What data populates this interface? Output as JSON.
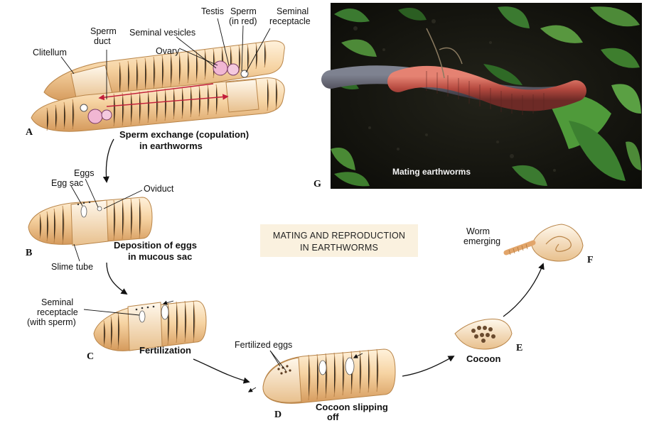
{
  "title": {
    "line1": "MATING AND REPRODUCTION",
    "line2": "IN EARTHWORMS"
  },
  "panels": {
    "a": {
      "letter": "A",
      "caption_line1": "Sperm exchange (copulation)",
      "caption_line2": "in earthworms",
      "labels": {
        "clitellum": "Clitellum",
        "sperm_duct_1": "Sperm",
        "sperm_duct_2": "duct",
        "seminal_vesicles": "Seminal vesicles",
        "ovary": "Ovary",
        "testis": "Testis",
        "sperm_1": "Sperm",
        "sperm_2": "(in red)",
        "receptacle_1": "Seminal",
        "receptacle_2": "receptacle"
      }
    },
    "b": {
      "letter": "B",
      "caption_line1": "Deposition of eggs",
      "caption_line2": "in mucous sac",
      "labels": {
        "eggs": "Eggs",
        "egg_sac": "Egg sac",
        "oviduct": "Oviduct",
        "slime_tube": "Slime tube"
      }
    },
    "c": {
      "letter": "C",
      "caption": "Fertilization",
      "labels": {
        "receptacle_1": "Seminal",
        "receptacle_2": "receptacle",
        "receptacle_3": "(with sperm)"
      }
    },
    "d": {
      "letter": "D",
      "caption_line1": "Cocoon slipping",
      "caption_line2": "off",
      "labels": {
        "fertilized_eggs": "Fertilized eggs"
      }
    },
    "e": {
      "letter": "E",
      "caption": "Cocoon"
    },
    "f": {
      "letter": "F",
      "labels": {
        "worm_1": "Worm",
        "worm_2": "emerging"
      }
    },
    "g": {
      "letter": "G",
      "caption": "Mating earthworms"
    }
  },
  "colors": {
    "worm_light": "#fbe3bd",
    "worm_mid": "#eab980",
    "worm_dark": "#c98d4f",
    "sperm_red": "#c21d3a",
    "organ_pink": "#f1b7d3",
    "soil": "#15150f",
    "leaf": "#3f7a2e",
    "photo_worm": "#c55d50",
    "title_box": "#faf1df"
  }
}
